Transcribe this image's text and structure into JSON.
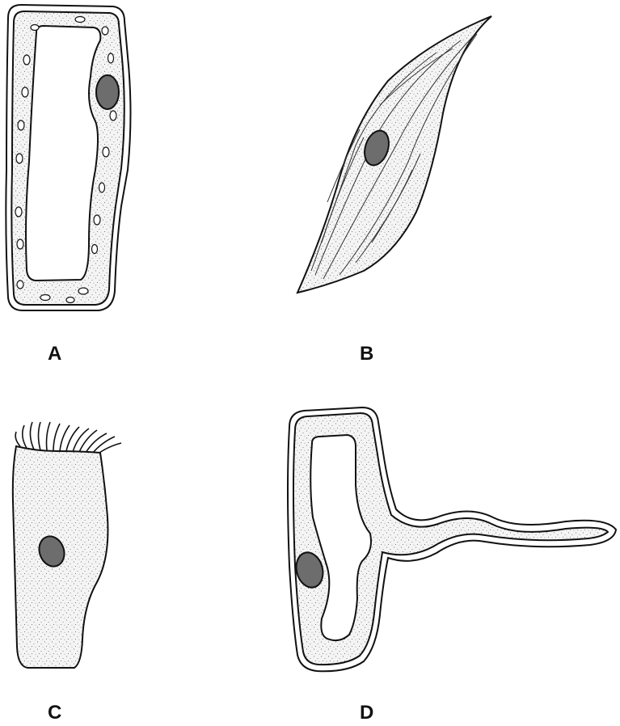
{
  "colors": {
    "outline": "#111111",
    "cytoplasm": "#f2f2f2",
    "nucleus": "#6d6d6d",
    "background": "#ffffff"
  },
  "cells": [
    {
      "id": "A",
      "label": "A"
    },
    {
      "id": "B",
      "label": "B"
    },
    {
      "id": "C",
      "label": "C"
    },
    {
      "id": "D",
      "label": "D"
    }
  ]
}
